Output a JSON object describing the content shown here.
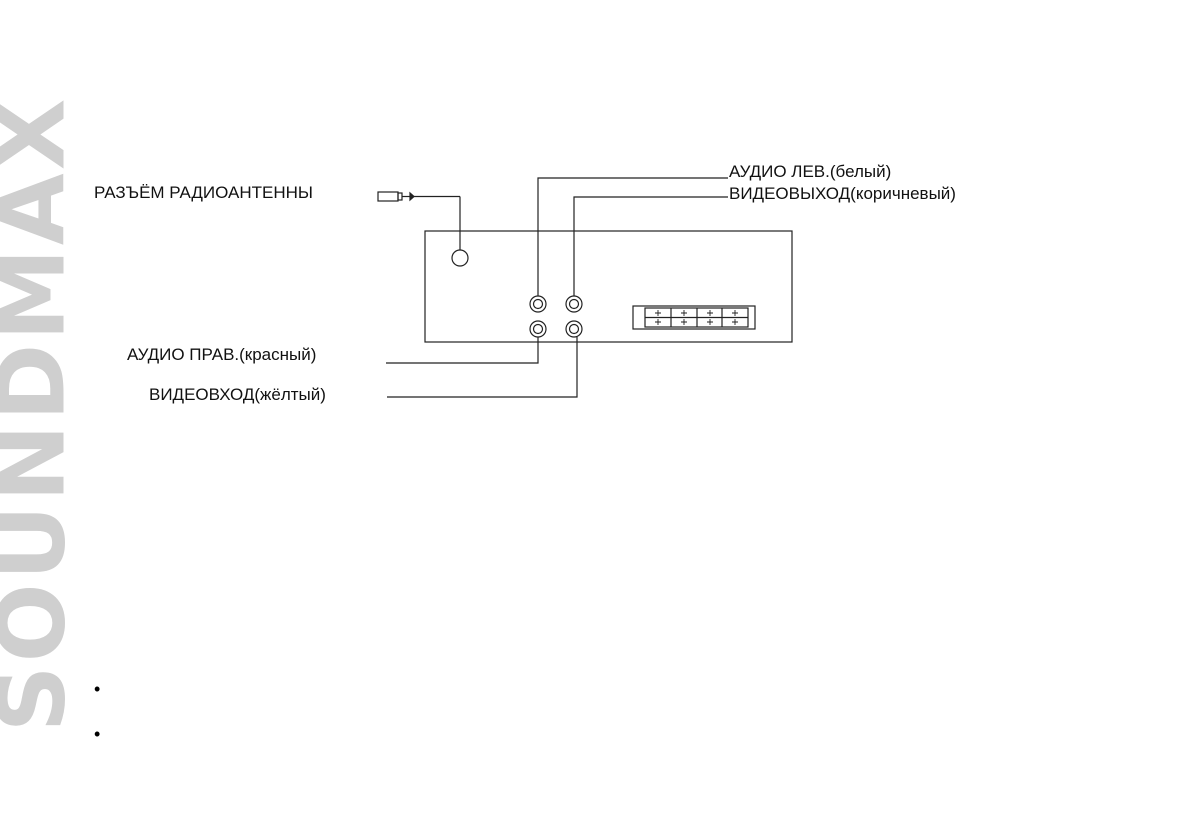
{
  "watermark": {
    "text": "SOUNDMAX",
    "color": "#cfcfcf"
  },
  "labels": {
    "antenna": "РАЗЪЁМ РАДИОАНТЕННЫ",
    "audio_left": "АУДИО ЛЕВ.(белый)",
    "video_out": "ВИДЕОВЫХОД(коричневый)",
    "audio_right": "АУДИО ПРАВ.(красный)",
    "video_in": "ВИДЕОВХОД(жёлтый)"
  },
  "bullets": [
    "•",
    "•"
  ],
  "colors": {
    "line": "#222222",
    "text": "#111111"
  }
}
